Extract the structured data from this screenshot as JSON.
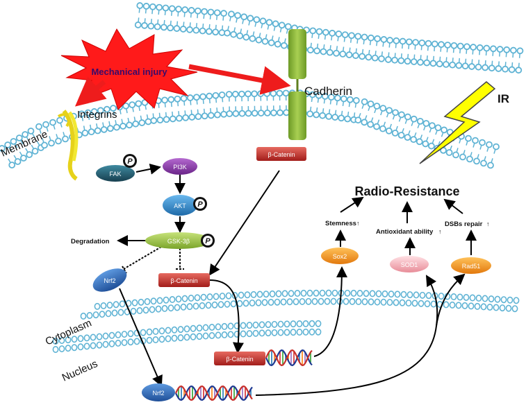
{
  "labels": {
    "mechanical_injury": "Mechanical injury",
    "cadherin": "Cadherin",
    "integrins": "Integrins",
    "membrane": "Membrane",
    "ir": "IR",
    "radio_resistance": "Radio-Resistance",
    "stemness": "Stemness",
    "antioxidant": "Antioxidant ability",
    "dsb_repair": "DSBs repair",
    "degradation": "Degradation",
    "cytoplasm": "Cytoplasm",
    "nucleus": "Nucleus",
    "phospho": "P"
  },
  "nodes": {
    "fak": "FAK",
    "pi3k": "PI3K",
    "akt": "AKT",
    "gsk3b": "GSK-3β",
    "nrf2_cyto": "Nrf2",
    "nrf2_nuc": "Nrf2",
    "beta_catenin_membrane": "β-Catenin",
    "beta_catenin_cyto": "β-Catenin",
    "beta_catenin_nuc": "β-Catenin",
    "sox2": "Sox2",
    "sod1": "SOD1",
    "rad51": "Rad51"
  },
  "colors": {
    "lipid_head": "#5fb3d4",
    "lipid_tail": "#5fb3d4",
    "star": "#ff1a1a",
    "star_text": "#3a0a6a",
    "red_arrow": "#ee1c1c",
    "cadherin": "#8fb83a",
    "cadherin_dark": "#5f7f1f",
    "integrin": "#f2e832",
    "fak": "#1f5a6e",
    "pi3k": "#8a3aa8",
    "akt": "#2f86c8",
    "gsk": "#9ac43a",
    "nrf2": "#2c6cb8",
    "beta_catenin": "#c8302c",
    "sox2": "#f39a1a",
    "sod1": "#f4b0b8",
    "rad51": "#f39a1a",
    "bolt": "#ffff00"
  }
}
